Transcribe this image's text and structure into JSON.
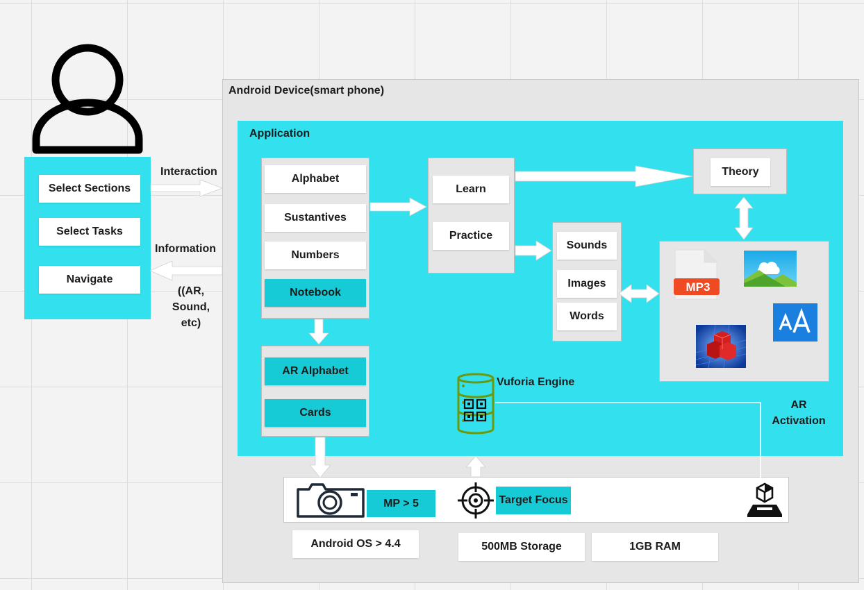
{
  "user": {
    "items": [
      "Select Sections",
      "Select Tasks",
      "Navigate"
    ],
    "interaction_label": "Interaction",
    "information_label": "Information",
    "information_note": [
      "((AR,",
      "Sound,",
      "etc)"
    ]
  },
  "device": {
    "title": "Android Device(smart phone)",
    "application": {
      "title": "Application",
      "sections": [
        "Alphabet",
        "Sustantives",
        "Numbers"
      ],
      "notebook": "Notebook",
      "ar": [
        "AR Alphabet",
        "Cards"
      ],
      "modes": [
        "Learn",
        "Practice"
      ],
      "theory": "Theory",
      "media": [
        "Sounds",
        "Images",
        "Words"
      ],
      "mp3_badge": "MP3",
      "vuforia": "Vuforia Engine",
      "ar_activation": [
        "AR",
        "Activation"
      ]
    },
    "hardware": {
      "camera": "MP > 5",
      "target": "Target Focus"
    },
    "specs": [
      "Android OS > 4.4",
      "500MB Storage",
      "1GB RAM"
    ]
  },
  "colors": {
    "cyan": "#33e1ee",
    "button_cyan": "#17cbd6",
    "device_grey": "#e6e6e6"
  }
}
